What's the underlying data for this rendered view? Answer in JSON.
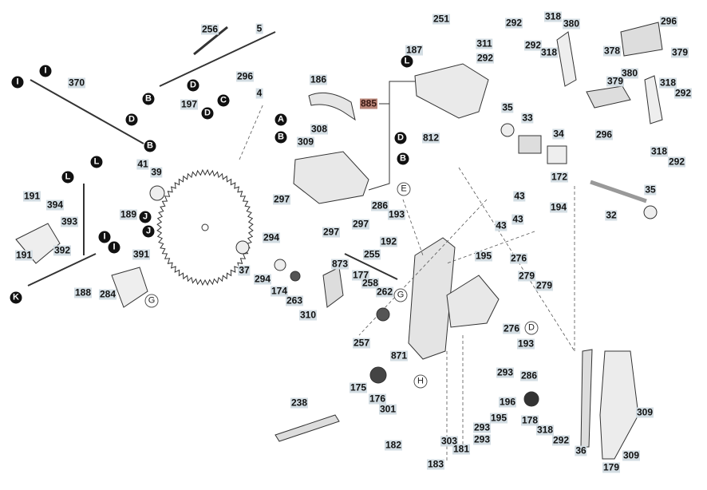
{
  "diagram": {
    "type": "exploded-parts-diagram",
    "colors": {
      "part_label_bg": "#d3dde3",
      "highlight_label_bg": "#b98679",
      "line": "#333333",
      "part_fill": "#e6e6e6"
    },
    "callouts": [
      {
        "text": "256",
        "style": "part"
      },
      {
        "text": "5",
        "style": "part"
      },
      {
        "text": "296",
        "style": "part"
      },
      {
        "text": "4",
        "style": "part"
      },
      {
        "text": "C",
        "style": "black"
      },
      {
        "text": "A",
        "style": "black"
      },
      {
        "text": "B",
        "style": "black"
      },
      {
        "text": "197",
        "style": "part"
      },
      {
        "text": "D",
        "style": "black"
      },
      {
        "text": "B",
        "style": "black"
      },
      {
        "text": "D",
        "style": "black"
      },
      {
        "text": "370",
        "style": "part"
      },
      {
        "text": "I",
        "style": "black"
      },
      {
        "text": "I",
        "style": "black"
      },
      {
        "text": "D",
        "style": "black"
      },
      {
        "text": "B",
        "style": "black"
      },
      {
        "text": "186",
        "style": "part"
      },
      {
        "text": "885",
        "style": "ref"
      },
      {
        "text": "308",
        "style": "part"
      },
      {
        "text": "309",
        "style": "part"
      },
      {
        "text": "297",
        "style": "part"
      },
      {
        "text": "297",
        "style": "part"
      },
      {
        "text": "251",
        "style": "part"
      },
      {
        "text": "187",
        "style": "part"
      },
      {
        "text": "311",
        "style": "part"
      },
      {
        "text": "292",
        "style": "part"
      },
      {
        "text": "L",
        "style": "black"
      },
      {
        "text": "292",
        "style": "part"
      },
      {
        "text": "318",
        "style": "part"
      },
      {
        "text": "380",
        "style": "part"
      },
      {
        "text": "292",
        "style": "part"
      },
      {
        "text": "318",
        "style": "part"
      },
      {
        "text": "296",
        "style": "part"
      },
      {
        "text": "379",
        "style": "part"
      },
      {
        "text": "378",
        "style": "part"
      },
      {
        "text": "380",
        "style": "part"
      },
      {
        "text": "379",
        "style": "part"
      },
      {
        "text": "318",
        "style": "part"
      },
      {
        "text": "292",
        "style": "part"
      },
      {
        "text": "296",
        "style": "part"
      },
      {
        "text": "318",
        "style": "part"
      },
      {
        "text": "292",
        "style": "part"
      },
      {
        "text": "35",
        "style": "part"
      },
      {
        "text": "33",
        "style": "part"
      },
      {
        "text": "34",
        "style": "part"
      },
      {
        "text": "172",
        "style": "part"
      },
      {
        "text": "35",
        "style": "part"
      },
      {
        "text": "32",
        "style": "part"
      },
      {
        "text": "D",
        "style": "black"
      },
      {
        "text": "812",
        "style": "part"
      },
      {
        "text": "B",
        "style": "black"
      },
      {
        "text": "E",
        "style": "white"
      },
      {
        "text": "43",
        "style": "part"
      },
      {
        "text": "43",
        "style": "part"
      },
      {
        "text": "43",
        "style": "part"
      },
      {
        "text": "194",
        "style": "part"
      },
      {
        "text": "41",
        "style": "part"
      },
      {
        "text": "39",
        "style": "part"
      },
      {
        "text": "L",
        "style": "black"
      },
      {
        "text": "L",
        "style": "black"
      },
      {
        "text": "191",
        "style": "part"
      },
      {
        "text": "394",
        "style": "part"
      },
      {
        "text": "393",
        "style": "part"
      },
      {
        "text": "191",
        "style": "part"
      },
      {
        "text": "392",
        "style": "part"
      },
      {
        "text": "189",
        "style": "part"
      },
      {
        "text": "J",
        "style": "black"
      },
      {
        "text": "J",
        "style": "black"
      },
      {
        "text": "I",
        "style": "black"
      },
      {
        "text": "I",
        "style": "black"
      },
      {
        "text": "391",
        "style": "part"
      },
      {
        "text": "K",
        "style": "black"
      },
      {
        "text": "188",
        "style": "part"
      },
      {
        "text": "284",
        "style": "part"
      },
      {
        "text": "G",
        "style": "white"
      },
      {
        "text": "294",
        "style": "part"
      },
      {
        "text": "37",
        "style": "part"
      },
      {
        "text": "294",
        "style": "part"
      },
      {
        "text": "174",
        "style": "part"
      },
      {
        "text": "263",
        "style": "part"
      },
      {
        "text": "310",
        "style": "part"
      },
      {
        "text": "255",
        "style": "part"
      },
      {
        "text": "873",
        "style": "part"
      },
      {
        "text": "177",
        "style": "part"
      },
      {
        "text": "258",
        "style": "part"
      },
      {
        "text": "262",
        "style": "part"
      },
      {
        "text": "G",
        "style": "white"
      },
      {
        "text": "286",
        "style": "part"
      },
      {
        "text": "193",
        "style": "part"
      },
      {
        "text": "297",
        "style": "part"
      },
      {
        "text": "192",
        "style": "part"
      },
      {
        "text": "195",
        "style": "part"
      },
      {
        "text": "276",
        "style": "part"
      },
      {
        "text": "279",
        "style": "part"
      },
      {
        "text": "279",
        "style": "part"
      },
      {
        "text": "276",
        "style": "part"
      },
      {
        "text": "D",
        "style": "white"
      },
      {
        "text": "193",
        "style": "part"
      },
      {
        "text": "286",
        "style": "part"
      },
      {
        "text": "293",
        "style": "part"
      },
      {
        "text": "196",
        "style": "part"
      },
      {
        "text": "195",
        "style": "part"
      },
      {
        "text": "293",
        "style": "part"
      },
      {
        "text": "293",
        "style": "part"
      },
      {
        "text": "178",
        "style": "part"
      },
      {
        "text": "318",
        "style": "part"
      },
      {
        "text": "292",
        "style": "part"
      },
      {
        "text": "36",
        "style": "part"
      },
      {
        "text": "179",
        "style": "part"
      },
      {
        "text": "309",
        "style": "part"
      },
      {
        "text": "309",
        "style": "part"
      },
      {
        "text": "257",
        "style": "part"
      },
      {
        "text": "871",
        "style": "part"
      },
      {
        "text": "H",
        "style": "white"
      },
      {
        "text": "175",
        "style": "part"
      },
      {
        "text": "176",
        "style": "part"
      },
      {
        "text": "301",
        "style": "part"
      },
      {
        "text": "182",
        "style": "part"
      },
      {
        "text": "303",
        "style": "part"
      },
      {
        "text": "181",
        "style": "part"
      },
      {
        "text": "183",
        "style": "part"
      },
      {
        "text": "238",
        "style": "part"
      }
    ]
  }
}
